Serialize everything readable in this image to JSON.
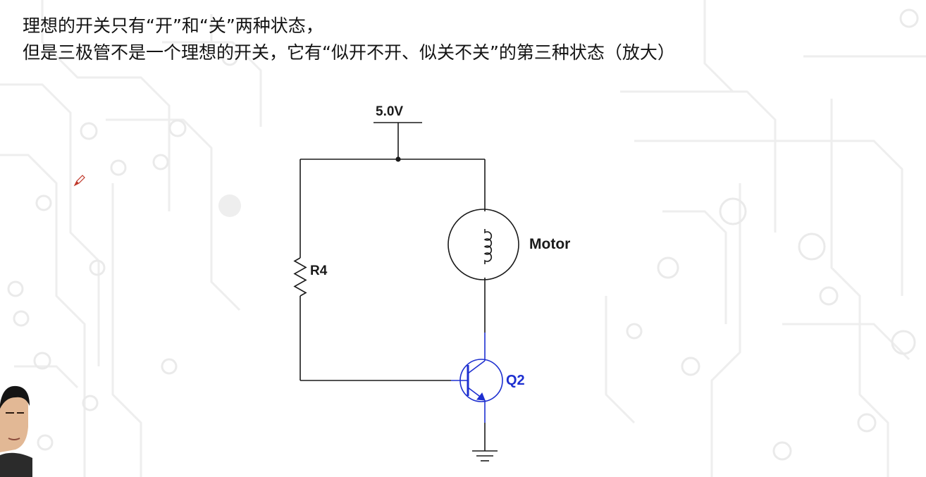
{
  "heading": {
    "line1": "理想的开关只有“开”和“关”两种状态，",
    "line2": "但是三极管不是一个理想的开关，它有“似开不开、似关不关”的第三种状态（放大）"
  },
  "circuit": {
    "supply_label": "5.0V",
    "resistor_label": "R4",
    "motor_label": "Motor",
    "transistor_label": "Q2"
  },
  "colors": {
    "wire": "#1a1a1a",
    "transistor": "#1d2fd0",
    "text": "#141414",
    "background_trace": "#eeeeee"
  },
  "icons": [
    "pen-cursor-icon",
    "ground-icon",
    "motor-coil-icon",
    "npn-transistor-icon",
    "resistor-icon"
  ]
}
